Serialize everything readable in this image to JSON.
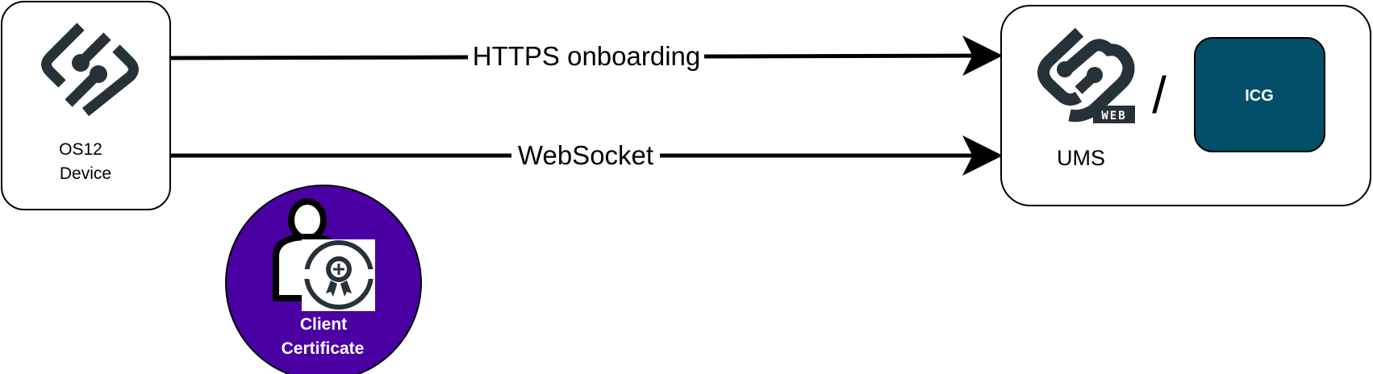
{
  "device": {
    "line1": "OS12",
    "line2": "Device",
    "icon": "os12-logo-icon"
  },
  "server": {
    "label": "UMS",
    "logo_badge": "WEB",
    "separator": "/",
    "alt_label": "ICG",
    "alt_color": "#034f69",
    "icon": "ums-web-logo-icon"
  },
  "connections": [
    {
      "label": "HTTPS onboarding"
    },
    {
      "label": "WebSocket"
    }
  ],
  "certificate": {
    "line1": "Client",
    "line2": "Certificate",
    "color": "#4a00a3",
    "icon": "user-certificate-icon"
  }
}
